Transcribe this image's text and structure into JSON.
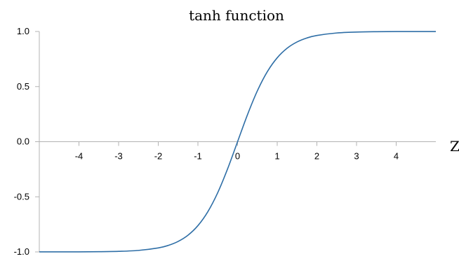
{
  "chart_data": {
    "type": "line",
    "title": "tanh function",
    "xlabel": "Z",
    "ylabel": "",
    "xlim": [
      -5,
      5
    ],
    "ylim": [
      -1,
      1
    ],
    "x_ticks": [
      -4,
      -3,
      -2,
      -1,
      0,
      1,
      2,
      3,
      4
    ],
    "y_ticks": [
      "-1.0",
      "-0.5",
      "0.0",
      "0.5",
      "1.0"
    ],
    "grid": false,
    "line_color": "#2e6ea6",
    "axis_color": "#b3b3b3",
    "series": [
      {
        "x": [
          -5,
          -4.5,
          -4,
          -3.5,
          -3,
          -2.5,
          -2,
          -1.75,
          -1.5,
          -1.25,
          -1,
          -0.75,
          -0.5,
          -0.25,
          0,
          0.25,
          0.5,
          0.75,
          1,
          1.25,
          1.5,
          1.75,
          2,
          2.5,
          3,
          3.5,
          4,
          4.5,
          5
        ],
        "y": [
          -0.9999,
          -0.9998,
          -0.9993,
          -0.9982,
          -0.9951,
          -0.9866,
          -0.964,
          -0.9414,
          -0.9051,
          -0.8483,
          -0.7616,
          -0.6351,
          -0.4621,
          -0.2449,
          0,
          0.2449,
          0.4621,
          0.6351,
          0.7616,
          0.8483,
          0.9051,
          0.9414,
          0.964,
          0.9866,
          0.9951,
          0.9982,
          0.9993,
          0.9998,
          0.9999
        ]
      }
    ]
  }
}
